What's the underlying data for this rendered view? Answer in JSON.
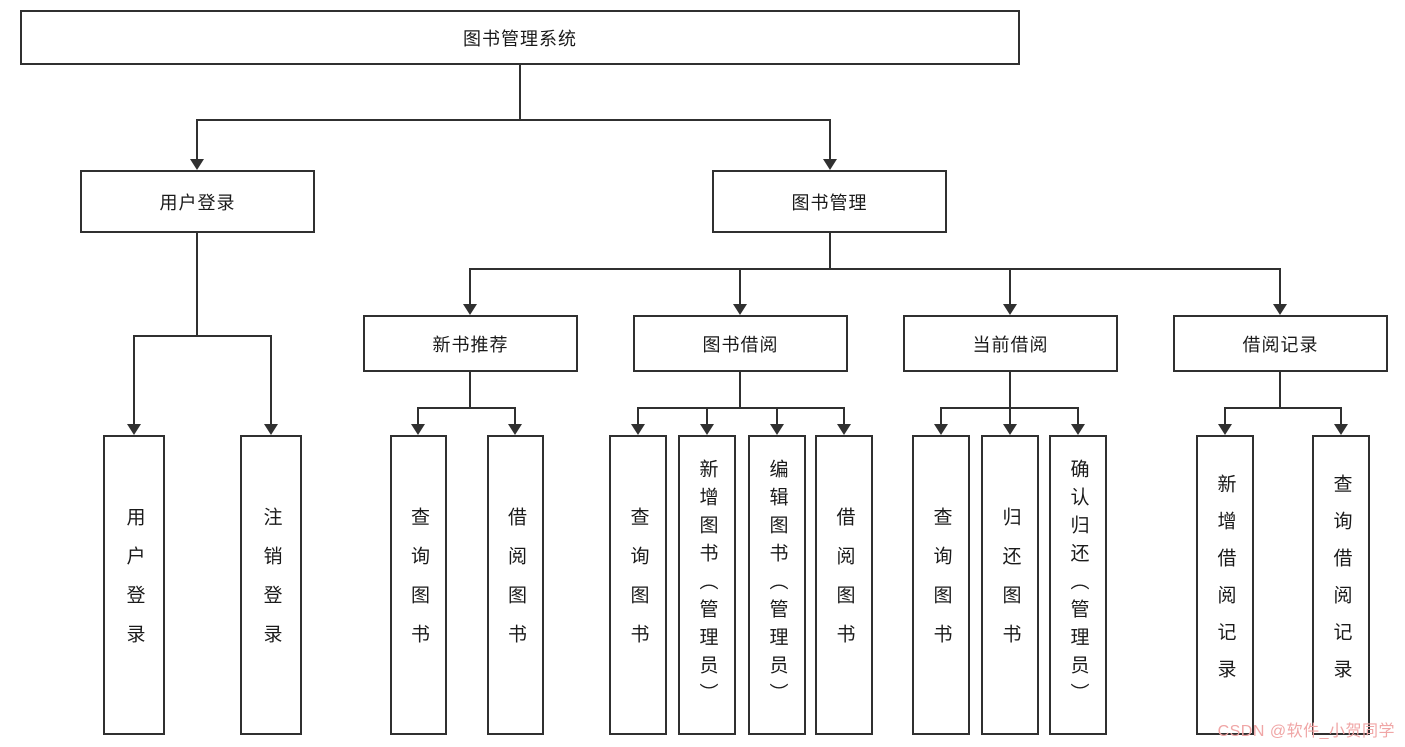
{
  "diagram": {
    "root_label": "图书管理系统",
    "user_login": {
      "label": "用户登录",
      "children": [
        "用户登录",
        "注销登录"
      ]
    },
    "book_mgmt": {
      "label": "图书管理",
      "groups": [
        {
          "label": "新书推荐",
          "children": [
            "查询图书",
            "借阅图书"
          ]
        },
        {
          "label": "图书借阅",
          "children": [
            "查询图书",
            "新增图书（管理员）",
            "编辑图书（管理员）",
            "借阅图书"
          ]
        },
        {
          "label": "当前借阅",
          "children": [
            "查询图书",
            "归还图书",
            "确认归还（管理员）"
          ]
        },
        {
          "label": "借阅记录",
          "children": [
            "新增借阅记录",
            "查询借阅记录"
          ]
        }
      ]
    }
  },
  "watermark": "CSDN @软件_小贺同学"
}
